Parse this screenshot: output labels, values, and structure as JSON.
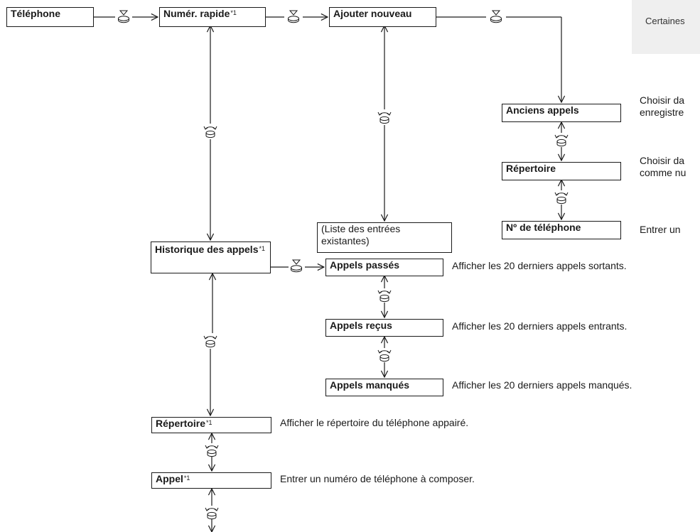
{
  "side_note": "Certaines",
  "boxes": {
    "telephone": "Téléphone",
    "numer_rapide": "Numér. rapide",
    "ajouter_nouveau": "Ajouter nouveau",
    "anciens_appels": "Anciens appels",
    "repertoire_right": "Répertoire",
    "no_telephone": "Nº de téléphone",
    "liste_entrees": "(Liste des entrées existantes)",
    "historique_appels": "Historique des appels",
    "appels_passes": "Appels passés",
    "appels_recus": "Appels reçus",
    "appels_manques": "Appels manqués",
    "repertoire_left": "Répertoire",
    "appel": "Appel"
  },
  "footnote_mark": "*1",
  "descriptions": {
    "anciens_appels_1": "Choisir da",
    "anciens_appels_2": "enregistre",
    "repertoire_right_1": "Choisir da",
    "repertoire_right_2": "comme nu",
    "no_telephone": "Entrer un",
    "appels_passes": "Afficher les 20 derniers appels sortants.",
    "appels_recus": "Afficher les 20 derniers appels entrants.",
    "appels_manques": "Afficher les 20 derniers appels manqués.",
    "repertoire_left": "Afficher le répertoire du téléphone appairé.",
    "appel": "Entrer un numéro de téléphone à composer."
  },
  "icons": {
    "press": "press-knob-icon",
    "rotate": "rotate-knob-icon"
  }
}
